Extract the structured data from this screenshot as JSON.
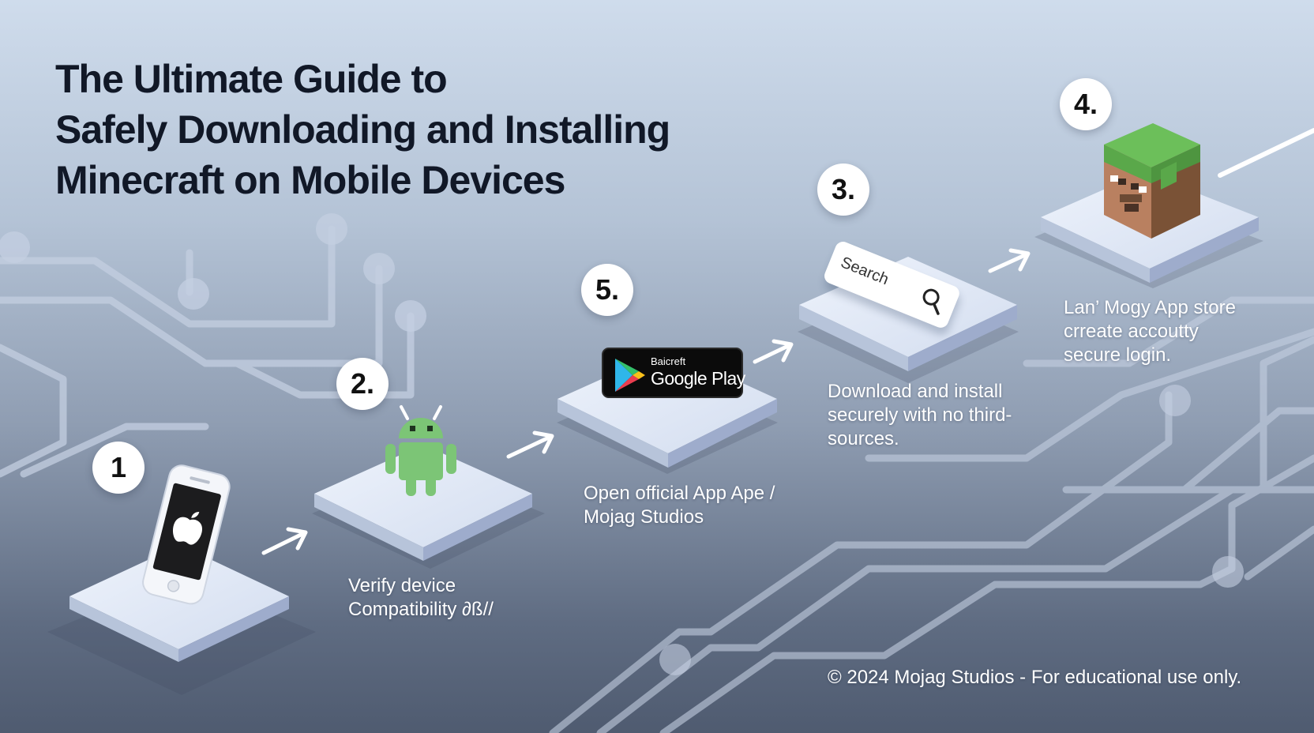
{
  "title": {
    "line1": "The Ultimate Guide to",
    "line2": "Safely Downloading and Installing",
    "line3": "Minecraft on Mobile Devices"
  },
  "steps": [
    {
      "badge": "1",
      "icon": "iphone-apple-icon",
      "label_lines": [
        "Verify device",
        "Compatibility ∂ß//"
      ]
    },
    {
      "badge": "2.",
      "icon": "android-robot-icon",
      "label_lines": []
    },
    {
      "badge": "5.",
      "icon": "google-play-badge-icon",
      "label_lines": [
        "Open official App Ape /",
        "Mojag Studios"
      ]
    },
    {
      "badge": "3.",
      "icon": "search-bar-icon",
      "label_lines": [
        "Download and install",
        "securely with no third-",
        "sources."
      ]
    },
    {
      "badge": "4.",
      "icon": "minecraft-grass-block-icon",
      "label_lines": [
        "Lan’ Mogy App store",
        "crreate accoutty",
        "secure login."
      ]
    }
  ],
  "google_play": {
    "small_text": "Baicreft",
    "big_text": "Google Play"
  },
  "search": {
    "placeholder": "Search"
  },
  "footer": {
    "copyright": "© 2024 Mojag Studios - For educational use only."
  },
  "colors": {
    "title": "#111827",
    "platform_top": "#dfe7f6",
    "platform_side": "#a9b7cf",
    "android_green": "#7cc576",
    "circuit_line": "#c2cde0",
    "badge_bg": "#ffffff"
  }
}
